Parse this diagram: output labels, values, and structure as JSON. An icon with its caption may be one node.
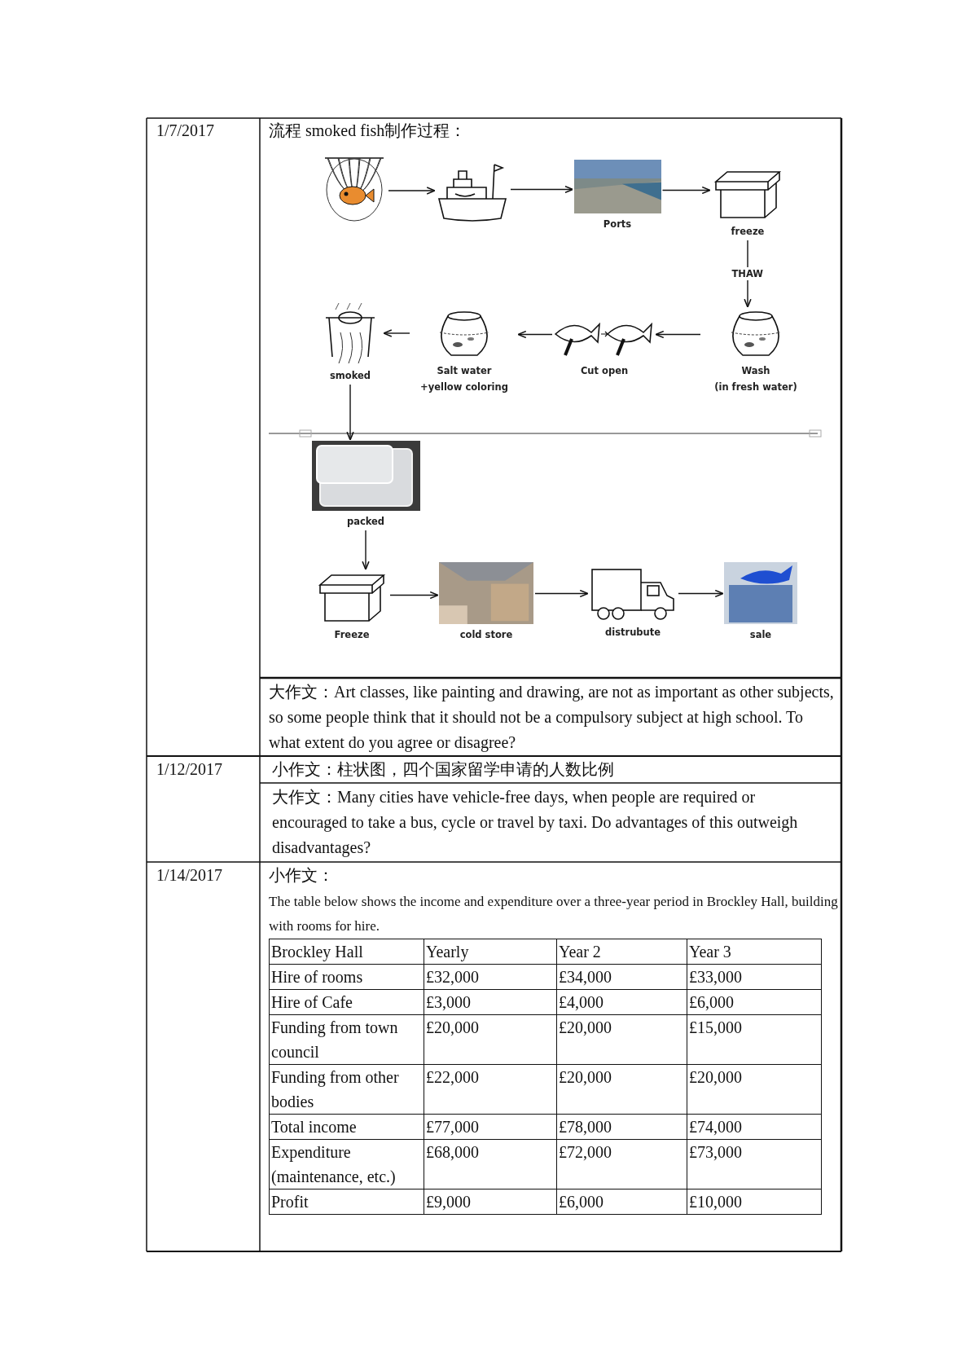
{
  "diagram": {
    "nodes": [
      {
        "text": [],
        "shape": "picture"
      },
      {
        "text": [],
        "shape": "picture"
      },
      {
        "text": [],
        "shape": "picture",
        "beside": [
          "Ports"
        ]
      },
      {
        "text": [],
        "shape": "picture",
        "beside": [
          "freeze"
        ]
      },
      {
        "text": [],
        "shape": "picture",
        "beside": [
          "Wash",
          "(in fresh water)"
        ]
      },
      {
        "text": [],
        "shape": "picture",
        "beside": [
          "Cut open"
        ]
      },
      {
        "text": [],
        "shape": "picture",
        "beside": [
          "Salt water",
          "+yellow coloring"
        ]
      },
      {
        "text": [],
        "shape": "picture",
        "beside": [
          "smoked"
        ]
      },
      {
        "text": [],
        "shape": "picture",
        "beside": [
          "packed"
        ]
      },
      {
        "text": [],
        "shape": "picture",
        "beside": [
          "Freeze"
        ]
      },
      {
        "text": [],
        "shape": "picture",
        "beside": [
          "cold store"
        ]
      },
      {
        "text": [],
        "shape": "picture",
        "beside": [
          "distrubute"
        ]
      },
      {
        "text": [],
        "shape": "picture",
        "beside": [
          "sale"
        ]
      }
    ],
    "edges": [
      {
        "from": 0,
        "to": 1,
        "arrow": "to"
      },
      {
        "from": 1,
        "to": 2,
        "arrow": "to"
      },
      {
        "from": 2,
        "to": 3,
        "arrow": "to"
      },
      {
        "from": 3,
        "to": 4,
        "arrow": "to",
        "label": "THAW"
      },
      {
        "from": 4,
        "to": 5,
        "arrow": "to"
      },
      {
        "from": 5,
        "to": 6,
        "arrow": "to"
      },
      {
        "from": 6,
        "to": 7,
        "arrow": "to"
      },
      {
        "from": 7,
        "to": 8,
        "arrow": "to"
      },
      {
        "from": 8,
        "to": 9,
        "arrow": "to"
      },
      {
        "from": 9,
        "to": 10,
        "arrow": "to"
      },
      {
        "from": 10,
        "to": 11,
        "arrow": "to"
      },
      {
        "from": 11,
        "to": 12,
        "arrow": "to"
      }
    ],
    "labels": [
      "1/7/2017",
      "流程 smoked fish制作过程：",
      "大作文：Art classes, like painting and drawing, are not as important as other subjects, so some people think that it should not be a compulsory subject at high school. To what extent do you agree or disagree?",
      "1/12/2017",
      "小作文：柱状图，四个国家留学申请的人数比例",
      "大作文：Many cities have vehicle-free days, when people are required or encouraged to take a bus, cycle or travel by taxi. Do advantages of this outweigh disadvantages?",
      "1/14/2017",
      "小作文：",
      "The table below shows the income and expenditure over a three-year period in Brockley Hall, building with rooms for hire.",
      "Brockley Hall",
      "Yearly",
      "Year 2",
      "Year 3",
      "Hire of rooms",
      "£32,000",
      "£34,000",
      "£33,000",
      "Hire of Cafe",
      "£3,000",
      "£4,000",
      "£6,000",
      "Funding from town council",
      "£20,000",
      "£20,000",
      "£15,000",
      "Funding from other bodies",
      "£22,000",
      "£20,000",
      "£20,000",
      "Total income",
      "£77,000",
      "£78,000",
      "£74,000",
      "Expenditure (maintenance, etc.)",
      "£68,000",
      "£72,000",
      "£73,000",
      "Profit",
      "£9,000",
      "£6,000",
      "£10,000"
    ]
  }
}
